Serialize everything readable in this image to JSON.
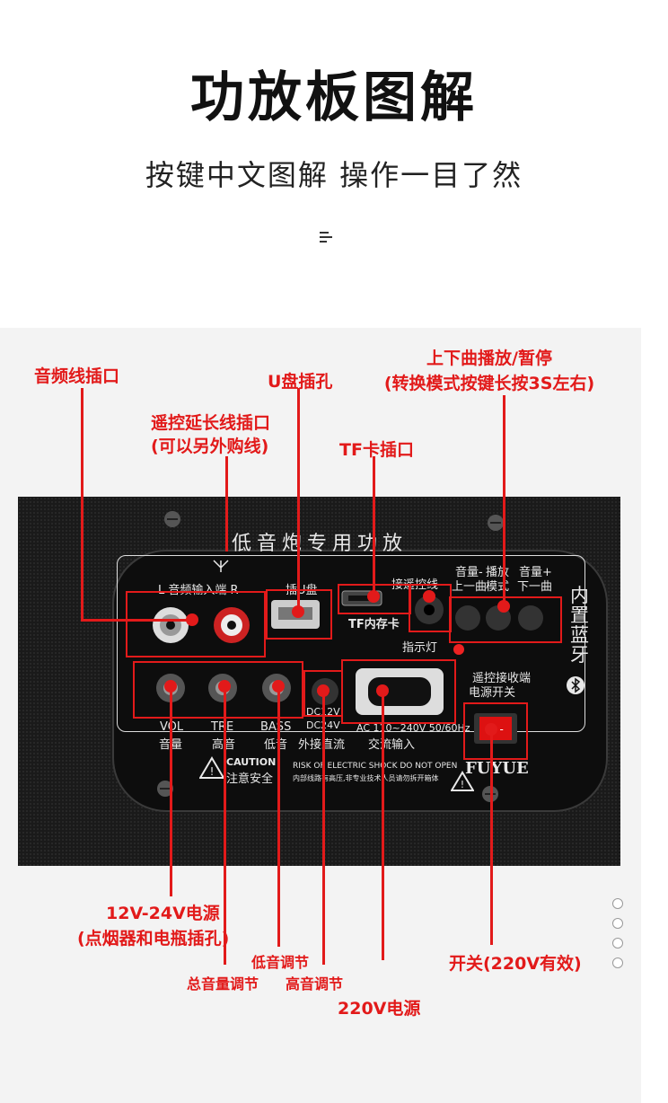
{
  "header": {
    "title": "功放板图解",
    "subtitle": "按键中文图解 操作一目了然"
  },
  "callouts": {
    "audio_line": "音频线插口",
    "remote_ext": "遥控延长线插口",
    "remote_ext_note": "(可以另外购线)",
    "usb": "U盘插孔",
    "tf": "TF卡插口",
    "prev_next": "上下曲播放/暂停",
    "prev_next_note": "(转换模式按键长按3S左右)",
    "dc_power": "12V-24V电源",
    "dc_power_note": "(点烟器和电瓶插孔)",
    "bass_adj": "低音调节",
    "vol_adj": "总音量调节",
    "treble_adj": "高音调节",
    "ac_power": "220V电源",
    "switch": "开关(220V有效)"
  },
  "plate": {
    "name": "低音炮专用功放",
    "audio_in": "L 音频输入端 R",
    "usb_label": "插U盘",
    "tf_label": "TF内存卡",
    "remote_label": "接遥控线",
    "indicator": "指示灯",
    "btn_prev": "音量-",
    "btn_prev_sub": "上一曲",
    "btn_play": "播放",
    "btn_play_sub": "模式",
    "btn_next": "音量+",
    "btn_next_sub": "下一曲",
    "bt": "内置蓝牙",
    "remote_recv": "遥控接收端",
    "power_switch": "电源开关",
    "vol": "VOL",
    "vol_cn": "音量",
    "tre": "TRE",
    "tre_cn": "高音",
    "bass": "BASS",
    "bass_cn": "低音",
    "dc12": "DC12V",
    "dc24": "DC24V",
    "dc_cn": "外接直流",
    "ac": "AC 110~240V 50/60Hz",
    "ac_cn": "交流输入",
    "caution": "CAUTION",
    "caution_cn": "注意安全",
    "risk": "RISK OF ELECTRIC SHOCK DO NOT OPEN",
    "risk_cn": "内部线路有高压,非专业技术人员请勿拆开箱体",
    "brand": "FUYUE"
  },
  "colors": {
    "accent": "#e21a1a",
    "panel": "#f3f3f3"
  }
}
